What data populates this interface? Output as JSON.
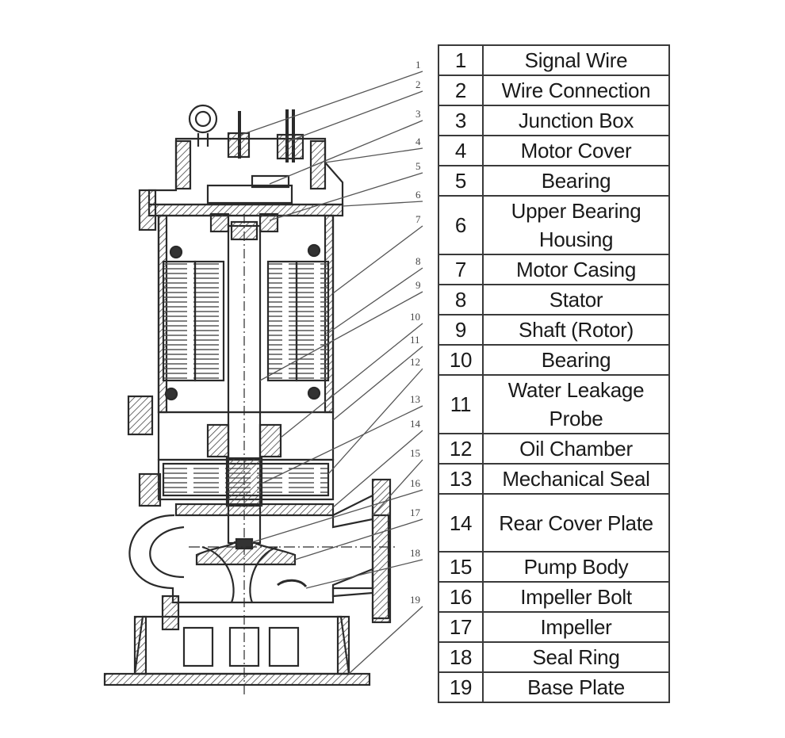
{
  "table": {
    "rows": [
      {
        "num": "1",
        "name": "Signal Wire",
        "lines": 1
      },
      {
        "num": "2",
        "name": "Wire Connection",
        "lines": 1
      },
      {
        "num": "3",
        "name": "Junction Box",
        "lines": 1
      },
      {
        "num": "4",
        "name": "Motor Cover",
        "lines": 1
      },
      {
        "num": "5",
        "name": "Bearing",
        "lines": 1
      },
      {
        "num": "6",
        "name": "Upper Bearing Housing",
        "lines": 2
      },
      {
        "num": "7",
        "name": "Motor Casing",
        "lines": 1
      },
      {
        "num": "8",
        "name": "Stator",
        "lines": 1
      },
      {
        "num": "9",
        "name": "Shaft (Rotor)",
        "lines": 1
      },
      {
        "num": "10",
        "name": "Bearing",
        "lines": 1
      },
      {
        "num": "11",
        "name": "Water Leakage Probe",
        "lines": 2
      },
      {
        "num": "12",
        "name": "Oil Chamber",
        "lines": 1
      },
      {
        "num": "13",
        "name": "Mechanical Seal",
        "lines": 1
      },
      {
        "num": "14",
        "name": "Rear Cover Plate",
        "lines": 2
      },
      {
        "num": "15",
        "name": "Pump Body",
        "lines": 1
      },
      {
        "num": "16",
        "name": "Impeller Bolt",
        "lines": 1
      },
      {
        "num": "17",
        "name": "Impeller",
        "lines": 1
      },
      {
        "num": "18",
        "name": "Seal Ring",
        "lines": 1
      },
      {
        "num": "19",
        "name": "Base Plate",
        "lines": 1
      }
    ]
  },
  "callouts": [
    "1",
    "2",
    "3",
    "4",
    "5",
    "6",
    "7",
    "8",
    "9",
    "10",
    "11",
    "12",
    "13",
    "14",
    "15",
    "16",
    "17",
    "18",
    "19"
  ]
}
